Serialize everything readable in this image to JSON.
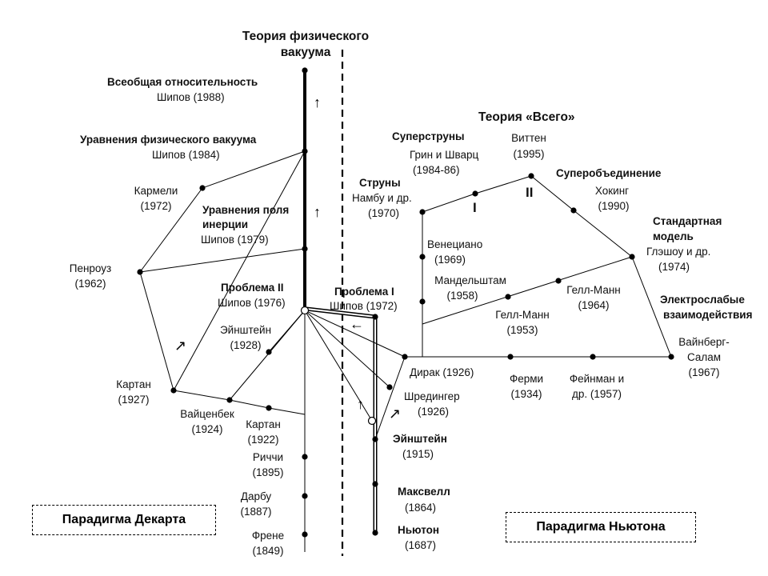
{
  "titles": {
    "vacuum_line1": "Теория физического",
    "vacuum_line2": "вакуума",
    "everything": "Теория «Всего»"
  },
  "paradigms": {
    "descartes": "Парадигма Декарта",
    "newton": "Парадигма Ньютона"
  },
  "nodes": {
    "general_relativity": {
      "title": "Всеобщая относительность",
      "sub": "Шипов (1988)"
    },
    "vacuum_equations": {
      "title": "Уравнения  физического вакуума",
      "sub": "Шипов  (1984)"
    },
    "inertia_field": {
      "title1": "Уравнения поля",
      "title2": "инерции",
      "sub": "Шипов  (1979)"
    },
    "problem_2": {
      "title": "Проблема II",
      "sub": "Шипов (1976)"
    },
    "problem_1": {
      "title": "Проблема I",
      "sub": "Шипов (1972)"
    },
    "carmeli": {
      "line1": "Кармели",
      "line2": "(1972)"
    },
    "penrose": {
      "line1": "Пенроуз",
      "line2": "(1962)"
    },
    "cartan_1927": {
      "line1": "Картан",
      "line2": "(1927)"
    },
    "einstein_1928": {
      "line1": "Эйнштейн",
      "line2": "(1928)"
    },
    "weitzenbock": {
      "line1": "Вайценбек",
      "line2": "(1924)"
    },
    "cartan_1922": {
      "line1": "Картан",
      "line2": "(1922)"
    },
    "ricci": {
      "line1": "Риччи",
      "line2": "(1895)"
    },
    "darboux": {
      "line1": "Дарбу",
      "line2": "(1887)"
    },
    "frenet": {
      "line1": "Френе",
      "line2": "(1849)"
    },
    "einstein_1915": {
      "line1": "Эйнштейн",
      "line2": "(1915)"
    },
    "maxwell": {
      "line1": "Максвелл",
      "line2": "(1864)"
    },
    "newton": {
      "line1": "Ньютон",
      "line2": "(1687)"
    },
    "schrodinger": {
      "line1": "Шредингер",
      "line2": "(1926)"
    },
    "dirac": {
      "line1": "Дирак (1926)"
    },
    "fermi": {
      "line1": "Ферми",
      "line2": "(1934)"
    },
    "feynman": {
      "line1": "Фейнман и",
      "line2": "др. (1957)"
    },
    "weinberg_salam": {
      "line1": "Вайнберг-",
      "line2": "Салам",
      "line3": "(1967)"
    },
    "electroweak": {
      "line1": "Электрослабые",
      "line2": "взаимодействия"
    },
    "gell_mann_1953": {
      "line1": "Гелл-Манн",
      "line2": "(1953)"
    },
    "gell_mann_1964": {
      "line1": "Гелл-Манн",
      "line2": "(1964)"
    },
    "mandelstam": {
      "line1": "Мандельштам",
      "line2": "(1958)"
    },
    "veneziano": {
      "line1": "Венециано",
      "line2": "(1969)"
    },
    "strings": {
      "title": "Струны",
      "line1": "Намбу и др.",
      "line2": "(1970)"
    },
    "superstrings": {
      "title": "Суперструны",
      "line1": "Грин и Шварц",
      "line2": "(1984-86)"
    },
    "witten": {
      "line1": "Виттен",
      "line2": "(1995)"
    },
    "superunification": {
      "title": "Суперобъединение"
    },
    "hawking": {
      "line1": "Хокинг",
      "line2": "(1990)"
    },
    "standard_model": {
      "title1": "Стандартная",
      "title2": "модель",
      "line1": "Глэшоу и др.",
      "line2": "(1974)"
    }
  },
  "roman_numerals": {
    "one": "I",
    "two": "II"
  },
  "arrows": {
    "up": "↑",
    "up_right": "↗",
    "left": "←"
  }
}
